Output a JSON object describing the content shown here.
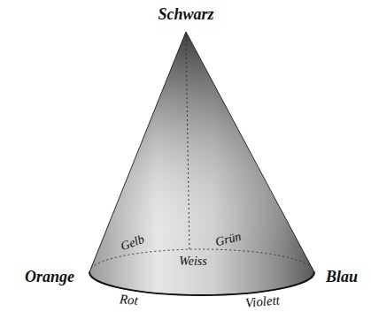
{
  "diagram": {
    "labels": [
      "Schwarz",
      "Gelb",
      "Grün",
      "Weiss",
      "Orange",
      "Blau",
      "Rot",
      "Violett"
    ]
  }
}
